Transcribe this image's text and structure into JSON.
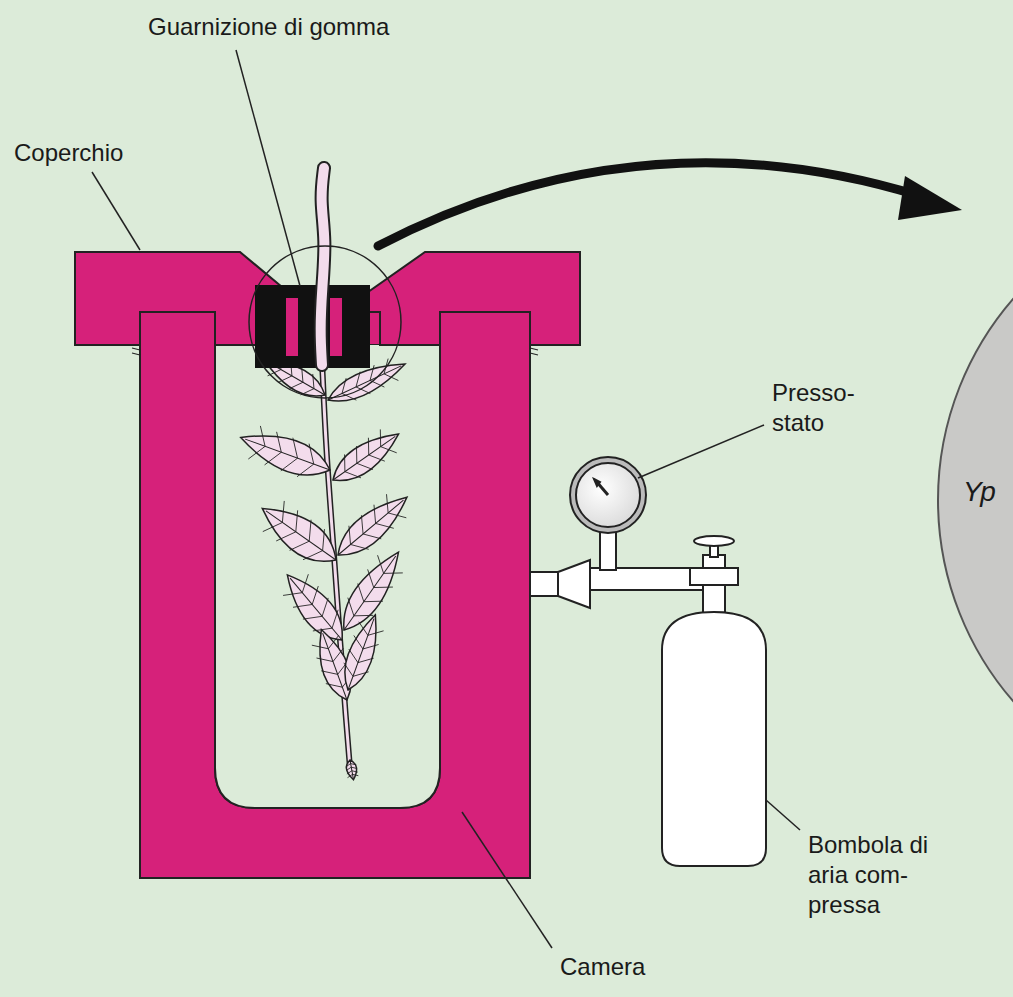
{
  "diagram": {
    "nodes": [
      {
        "text": [
          "Yp"
        ]
      }
    ],
    "labels": [
      "Guarnizione di gomma",
      "Coperchio",
      "Presso- stato",
      "Bombola di aria com- pressa",
      "Camera"
    ]
  }
}
